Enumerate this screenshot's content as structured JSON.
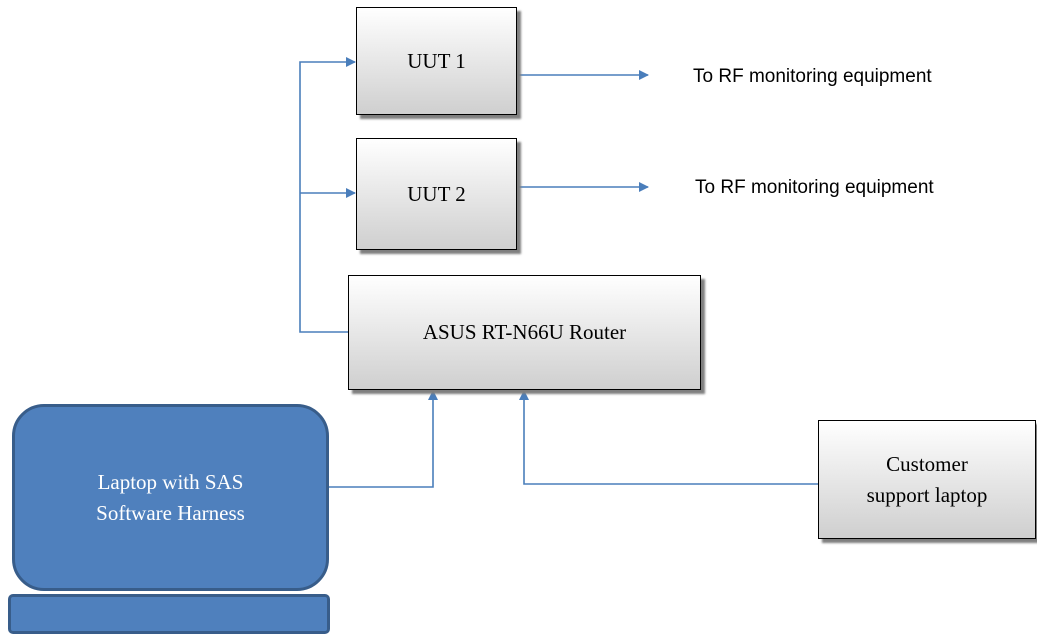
{
  "diagram": {
    "nodes": {
      "uut1": {
        "label": "UUT 1"
      },
      "uut2": {
        "label": "UUT 2"
      },
      "router": {
        "label": "ASUS RT-N66U Router"
      },
      "laptop": {
        "label": "Laptop with SAS\nSoftware Harness"
      },
      "support_laptop": {
        "label": "Customer\nsupport laptop"
      }
    },
    "outputs": {
      "uut1": "To RF monitoring equipment",
      "uut2": "To RF monitoring equipment"
    },
    "edges": [
      {
        "from": "router",
        "to": "uut1"
      },
      {
        "from": "router",
        "to": "uut2"
      },
      {
        "from": "laptop",
        "to": "router"
      },
      {
        "from": "support_laptop",
        "to": "router"
      },
      {
        "from": "uut1",
        "to": "rf1"
      },
      {
        "from": "uut2",
        "to": "rf2"
      }
    ],
    "colors": {
      "connector": "#4a7ebb",
      "laptop_fill": "#4f80bd",
      "laptop_border": "#385d8a",
      "box_border": "#000000"
    }
  }
}
